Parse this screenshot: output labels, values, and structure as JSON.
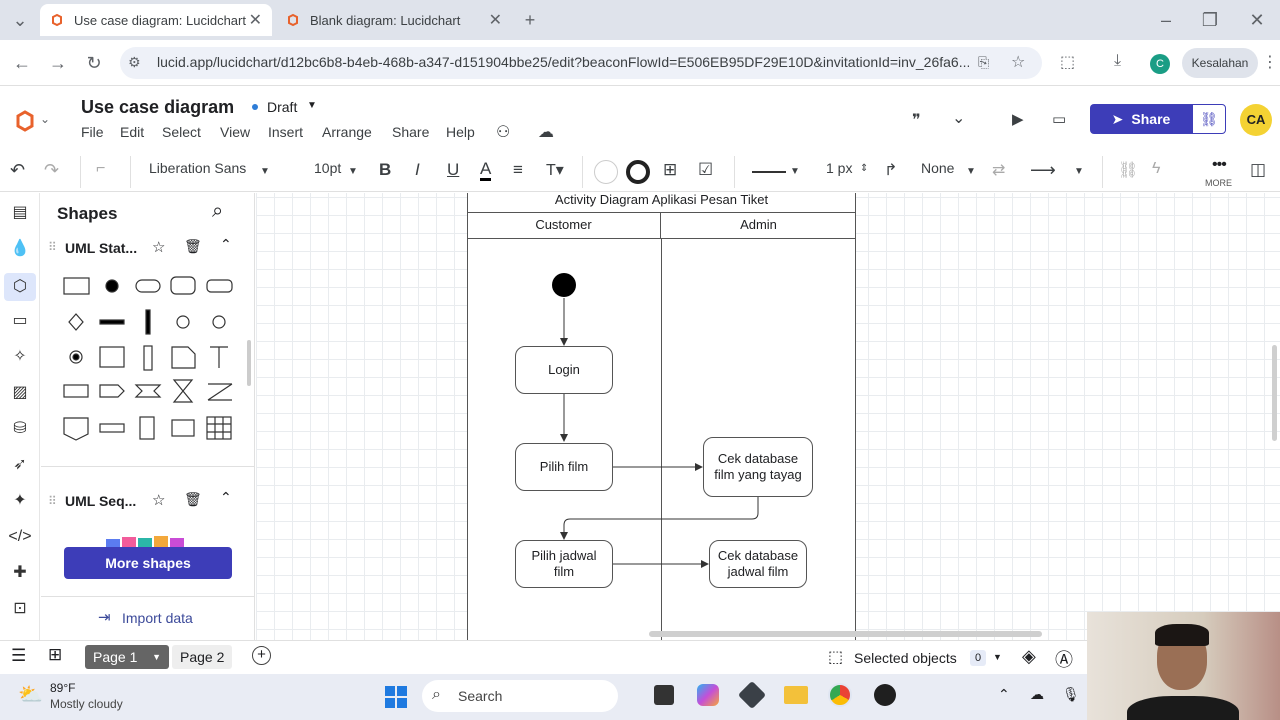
{
  "browser": {
    "tabs": [
      {
        "title": "Use case diagram: Lucidchart",
        "active": true
      },
      {
        "title": "Blank diagram: Lucidchart",
        "active": false
      }
    ],
    "url": "lucid.app/lucidchart/d12bc6b8-b4eb-468b-a347-d151904bbe25/edit?beaconFlowId=E506EB95DF29E10D&invitationId=inv_26fa6...",
    "profile_initial": "C",
    "profile_status": "Kesalahan"
  },
  "app": {
    "doc_title": "Use case diagram",
    "status": "Draft",
    "menu": [
      "File",
      "Edit",
      "Select",
      "View",
      "Insert",
      "Arrange",
      "Share",
      "Help"
    ],
    "share_label": "Share",
    "avatar_initials": "CA"
  },
  "toolbar": {
    "font": "Liberation Sans",
    "font_size": "10pt",
    "line_width": "1 px",
    "arrow_start": "None",
    "more_label": "MORE"
  },
  "panel": {
    "title": "Shapes",
    "library1": "UML Stat...",
    "library2": "UML Seq...",
    "more_shapes": "More shapes",
    "import_data": "Import data"
  },
  "diagram": {
    "title": "Activity Diagram Aplikasi Pesan Tiket",
    "lanes": [
      "Customer",
      "Admin"
    ],
    "nodes": {
      "login": "Login",
      "pilih_film": "Pilih film",
      "cek_film": "Cek database film yang tayag",
      "pilih_jadwal": "Pilih jadwal film",
      "cek_jadwal": "Cek database jadwal film"
    }
  },
  "bottom": {
    "page1": "Page 1",
    "page2": "Page 2",
    "selected_objects": "Selected objects",
    "selected_count": "0"
  },
  "taskbar": {
    "temperature": "89°F",
    "weather": "Mostly cloudy",
    "search_placeholder": "Search"
  }
}
